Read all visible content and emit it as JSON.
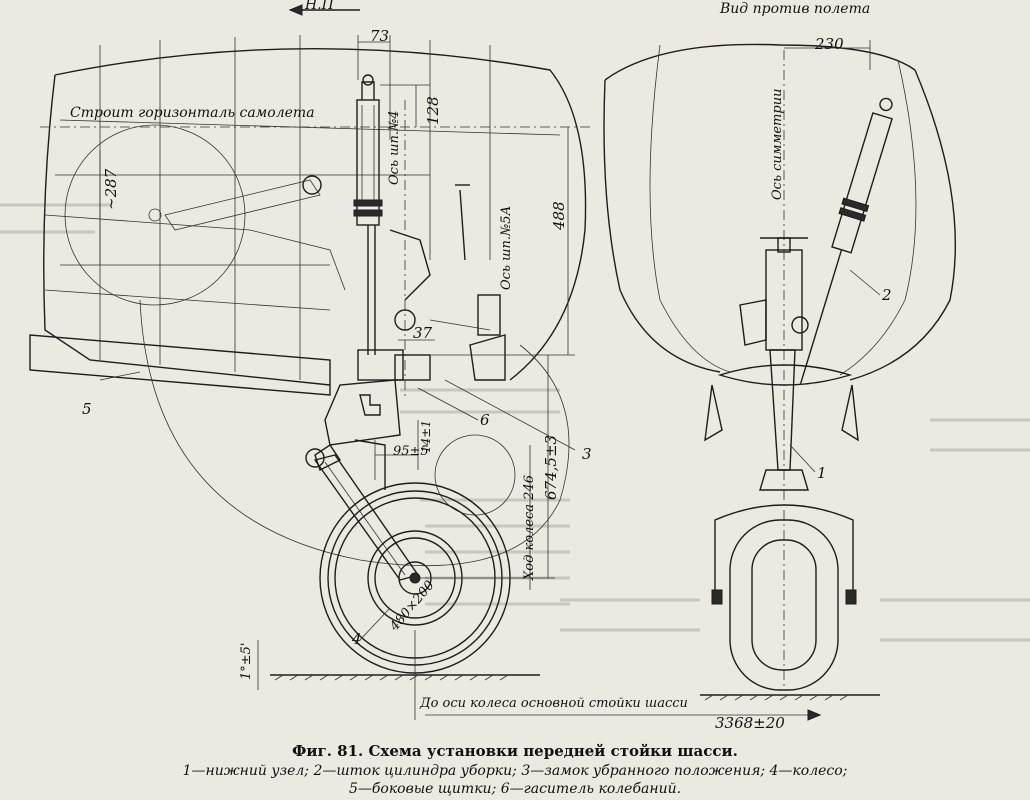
{
  "labels": {
    "np": "Н.П",
    "view": "Вид против полета",
    "stroit": "Строит горизонталь самолета",
    "axis_sym": "Ось симметрии",
    "axis_4": "Ось шп.№4",
    "axis_5a": "Ось шп.№5А",
    "wheel_travel": "Ход колеса 246",
    "to_axis": "До оси колеса основной стойки шасси"
  },
  "dims": {
    "d73": "73",
    "d230": "230",
    "d128": "128",
    "d287": "~287",
    "d488": "488",
    "d37": "37",
    "d674": "674,5±3",
    "d95": "95±5",
    "d14": "14±1",
    "d480": "480×200",
    "d1": "1°±5'",
    "d3368": "3368±20"
  },
  "callouts": {
    "c1": "1",
    "c2": "2",
    "c3": "3",
    "c4": "4",
    "c5": "5",
    "c6": "6"
  },
  "caption": {
    "title": "Фиг. 81. Схема установки передней стойки шасси.",
    "line1": "1—нижний узел; 2—шток цилиндра уборки; 3—замок убранного положения; 4—колесо;",
    "line2": "5—боковые щитки; 6—гаситель колебаний."
  }
}
